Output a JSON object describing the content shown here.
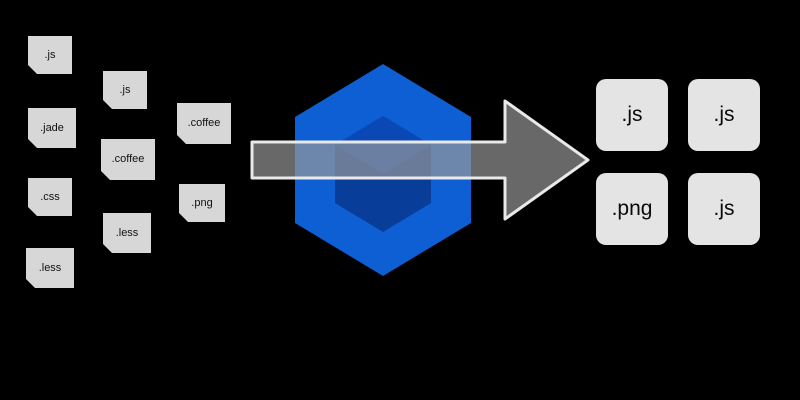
{
  "diagram": {
    "background": "#000000",
    "modules": [
      {
        "label": ".js"
      },
      {
        "label": ".jade"
      },
      {
        "label": ".css"
      },
      {
        "label": ".less"
      },
      {
        "label": ".js"
      },
      {
        "label": ".coffee"
      },
      {
        "label": ".less"
      },
      {
        "label": ".coffee"
      },
      {
        "label": ".png"
      }
    ],
    "outputs": [
      {
        "label": ".js"
      },
      {
        "label": ".js"
      },
      {
        "label": ".png"
      },
      {
        "label": ".js"
      }
    ],
    "logo": {
      "icon": "webpack-cube-icon",
      "outer_color": "#0d5fd3",
      "inner_color": "#083d9a",
      "inner_top_color": "#0a49b5"
    },
    "arrow": {
      "fill": "#9a9a9a",
      "outline": "#e9e9e9"
    },
    "module_box_color": "#d7d7d7",
    "output_box_color": "#e4e4e4"
  }
}
